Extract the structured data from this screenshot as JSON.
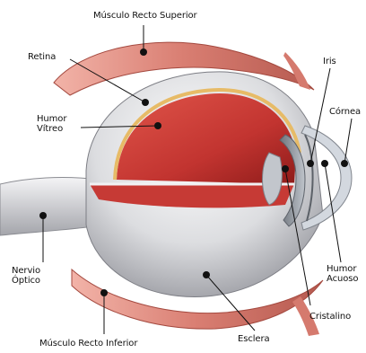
{
  "labels": {
    "musculo_recto_superior": "Músculo Recto Superior",
    "retina": "Retina",
    "humor_vitreo_1": "Humor",
    "humor_vitreo_2": "Vítreo",
    "iris": "Iris",
    "cornea": "Córnea",
    "nervio_optico_1": "Nervio",
    "nervio_optico_2": "Óptico",
    "humor_acuoso_1": "Humor",
    "humor_acuoso_2": "Acuoso",
    "cristalino": "Cristalino",
    "esclera": "Esclera",
    "musculo_recto_inferior": "Músculo Recto Inferior"
  },
  "colors": {
    "muscle": "#d98a80",
    "muscle_dark": "#b5574e",
    "sclera": "#d6d6d8",
    "sclera_shadow": "#9c9ca2",
    "vitreous": "#c93a34",
    "vitreous_dark": "#8f1f1d",
    "retina": "#e6b96a",
    "iris": "#8e949c",
    "cornea": "#c9ced6",
    "dot": "#111111"
  }
}
